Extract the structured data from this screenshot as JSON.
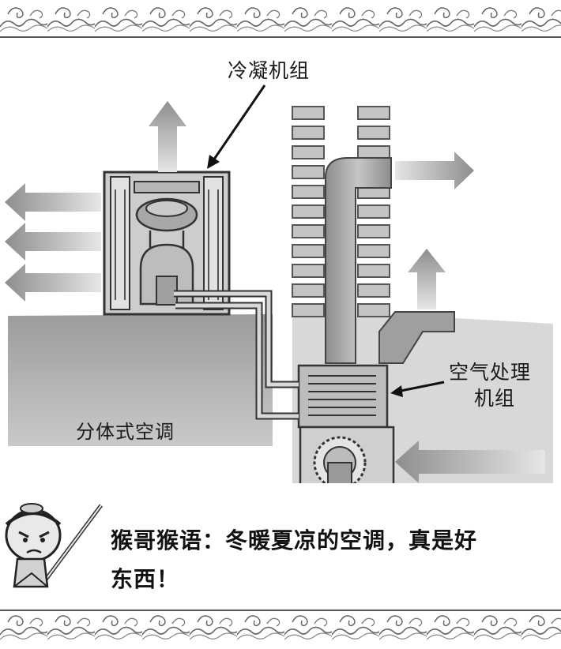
{
  "labels": {
    "condenser": "冷凝机组",
    "air_handler_line1": "空气处理",
    "air_handler_line2": "机组",
    "split_ac": "分体式空调"
  },
  "caption": {
    "line1": "猴哥猴语：冬暖夏凉的空调，真是好",
    "line2": "东西！"
  },
  "icons": {
    "border": "wave-cloud-border-pattern",
    "mascot": "monkey-king-mascot-icon"
  },
  "colors": {
    "ink": "#1a1a1a",
    "ground": "#a9a9a9",
    "brick": "#c4c4c4",
    "arrow": "#9a9a9a"
  }
}
